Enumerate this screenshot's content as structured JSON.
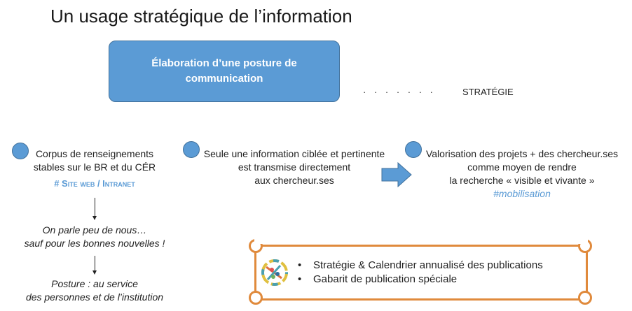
{
  "title": "Un usage stratégique de l’information",
  "top_box": {
    "line1": "Élaboration d’une posture de",
    "line2": "communication"
  },
  "dots": "· · · · · · ·",
  "strategy_label": "STRATÉGIE",
  "col1": {
    "line1": "Corpus de renseignements",
    "line2": "stables sur le BR et du CÉR",
    "tag": "# Site web / Intranet",
    "step2_line1": "On parle peu de nous…",
    "step2_line2": "sauf pour les bonnes nouvelles !",
    "step3_line1": "Posture : au service",
    "step3_line2": "des personnes et de l’institution"
  },
  "col2": {
    "line1": "Seule une information ciblée et pertinente",
    "line2": "est transmise directement",
    "line3": "aux chercheur.ses"
  },
  "col3": {
    "line1": "Valorisation des projets + des chercheur.ses",
    "line2": "comme moyen de rendre",
    "line3": "la recherche « visible et vivante »",
    "tag": "#mobilisation"
  },
  "plaque": {
    "items": [
      "Stratégie & Calendrier annualisé des publications",
      "Gabarit de publication spéciale"
    ]
  },
  "colors": {
    "blue": "#5b9bd5",
    "orange": "#e08a3c"
  }
}
